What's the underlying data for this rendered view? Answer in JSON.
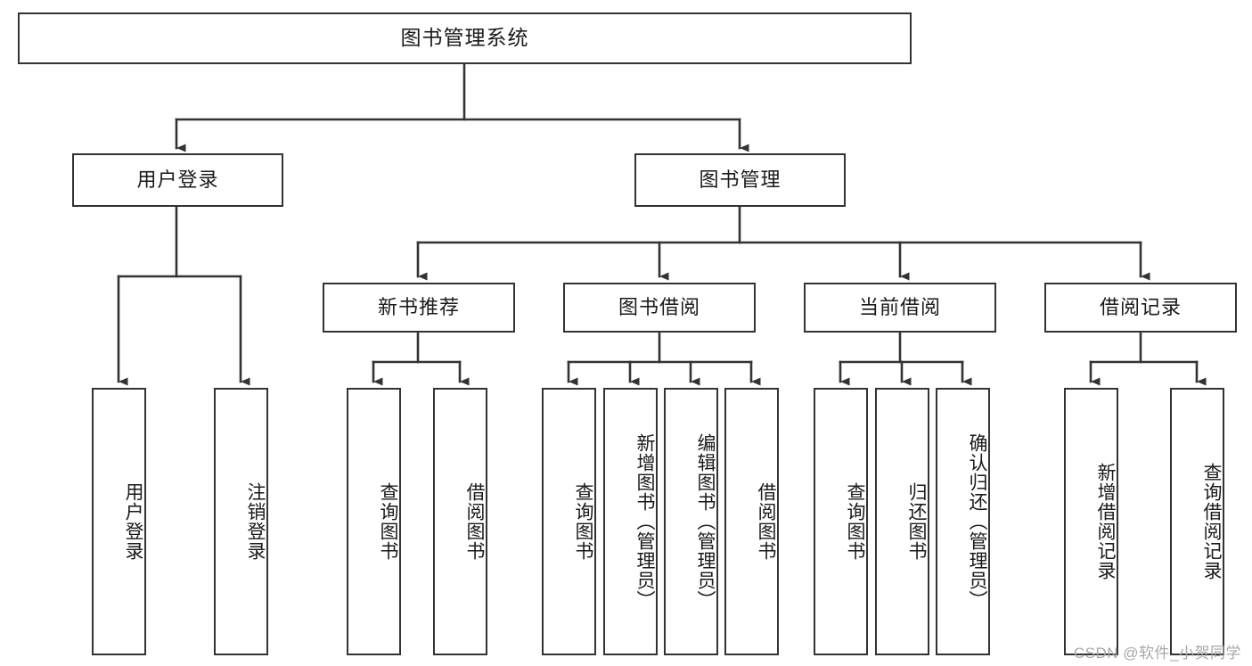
{
  "diagram": {
    "title": "图书管理系统",
    "type": "hierarchy-tree",
    "orientation": "top-down",
    "style": {
      "box_fill": "#ffffff",
      "box_stroke": "#333333",
      "connector_stroke": "#333333",
      "text_color": "#1a1a1a",
      "watermark_color": "#a8a8a8"
    },
    "levels": [
      {
        "index": 0,
        "name": "root"
      },
      {
        "index": 1,
        "name": "modules"
      },
      {
        "index": 2,
        "name": "submodules"
      },
      {
        "index": 3,
        "name": "functions"
      }
    ],
    "nodes": {
      "root": {
        "label": "图书管理系统",
        "level": 0
      },
      "user_login": {
        "label": "用户登录",
        "level": 1
      },
      "book_manage": {
        "label": "图书管理",
        "level": 1
      },
      "new_book_rec": {
        "label": "新书推荐",
        "level": 2
      },
      "book_borrow": {
        "label": "图书借阅",
        "level": 2
      },
      "current_borrow": {
        "label": "当前借阅",
        "level": 2
      },
      "borrow_record": {
        "label": "借阅记录",
        "level": 2
      },
      "leaf_user_login": {
        "label": "用户登录",
        "level": 3
      },
      "leaf_logout": {
        "label": "注销登录",
        "level": 3
      },
      "leaf_query_book_1": {
        "label": "查询图书",
        "level": 3
      },
      "leaf_borrow_book_1": {
        "label": "借阅图书",
        "level": 3
      },
      "leaf_query_book_2": {
        "label": "查询图书",
        "level": 3
      },
      "leaf_add_book": {
        "label": "新增图书（管理员）",
        "level": 3
      },
      "leaf_edit_book": {
        "label": "编辑图书（管理员）",
        "level": 3
      },
      "leaf_borrow_book_2": {
        "label": "借阅图书",
        "level": 3
      },
      "leaf_query_book_3": {
        "label": "查询图书",
        "level": 3
      },
      "leaf_return_book": {
        "label": "归还图书",
        "level": 3
      },
      "leaf_confirm_return": {
        "label": "确认归还（管理员）",
        "level": 3
      },
      "leaf_add_record": {
        "label": "新增借阅记录",
        "level": 3
      },
      "leaf_query_record": {
        "label": "查询借阅记录",
        "level": 3
      }
    },
    "edges": [
      {
        "from": "root",
        "to": "user_login"
      },
      {
        "from": "root",
        "to": "book_manage"
      },
      {
        "from": "user_login",
        "to": "leaf_user_login"
      },
      {
        "from": "user_login",
        "to": "leaf_logout"
      },
      {
        "from": "book_manage",
        "to": "new_book_rec"
      },
      {
        "from": "book_manage",
        "to": "book_borrow"
      },
      {
        "from": "book_manage",
        "to": "current_borrow"
      },
      {
        "from": "book_manage",
        "to": "borrow_record"
      },
      {
        "from": "new_book_rec",
        "to": "leaf_query_book_1"
      },
      {
        "from": "new_book_rec",
        "to": "leaf_borrow_book_1"
      },
      {
        "from": "book_borrow",
        "to": "leaf_query_book_2"
      },
      {
        "from": "book_borrow",
        "to": "leaf_add_book"
      },
      {
        "from": "book_borrow",
        "to": "leaf_edit_book"
      },
      {
        "from": "book_borrow",
        "to": "leaf_borrow_book_2"
      },
      {
        "from": "current_borrow",
        "to": "leaf_query_book_3"
      },
      {
        "from": "current_borrow",
        "to": "leaf_return_book"
      },
      {
        "from": "current_borrow",
        "to": "leaf_confirm_return"
      },
      {
        "from": "borrow_record",
        "to": "leaf_add_record"
      },
      {
        "from": "borrow_record",
        "to": "leaf_query_record"
      }
    ]
  },
  "watermark": {
    "text": "CSDN @软件_小贺同学"
  }
}
